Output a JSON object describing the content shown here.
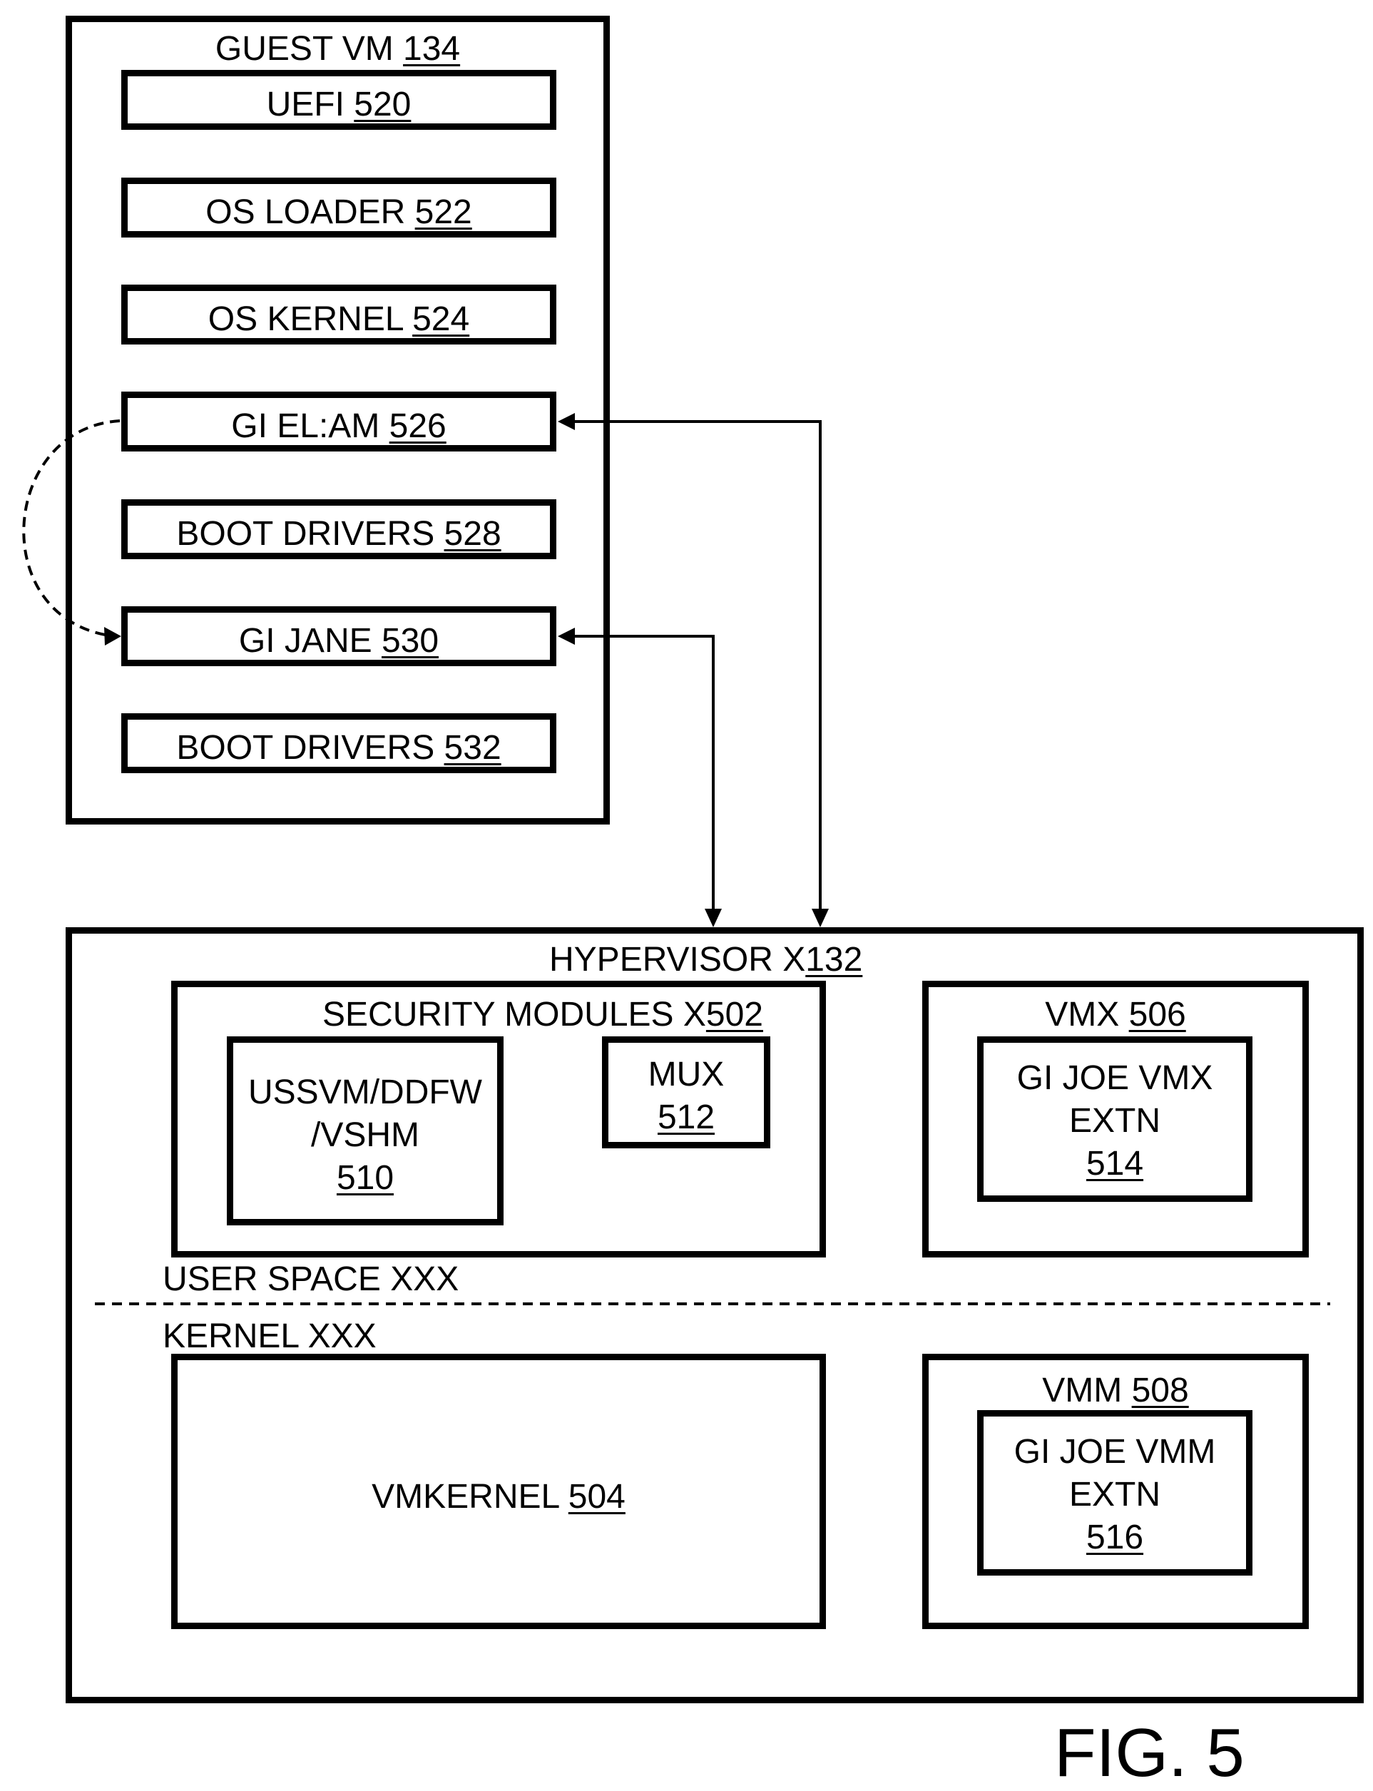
{
  "guest_vm": {
    "label": "GUEST VM ",
    "ref": "134",
    "components": [
      {
        "name": "UEFI ",
        "ref": "520"
      },
      {
        "name": "OS LOADER ",
        "ref": "522"
      },
      {
        "name": "OS KERNEL ",
        "ref": "524"
      },
      {
        "name": "GI EL:AM ",
        "ref": "526"
      },
      {
        "name": "BOOT DRIVERS ",
        "ref": "528"
      },
      {
        "name": "GI JANE ",
        "ref": "530"
      },
      {
        "name": "BOOT DRIVERS ",
        "ref": "532"
      }
    ]
  },
  "hypervisor": {
    "label": "HYPERVISOR X",
    "ref": "132",
    "user_space_label": "USER SPACE XXX",
    "kernel_label": "KERNEL XXX",
    "security_modules": {
      "label": "SECURITY MODULES X",
      "ref": "502",
      "ussvm": {
        "line1": "USSVM/DDFW",
        "line2": "/VSHM",
        "ref": "510"
      },
      "mux": {
        "line1": "MUX",
        "ref": "512"
      }
    },
    "vmx": {
      "label": "VMX ",
      "ref": "506",
      "ext": {
        "line1": "GI JOE VMX",
        "line2": "EXTN",
        "ref": "514"
      }
    },
    "vmkernel": {
      "label": "VMKERNEL ",
      "ref": "504"
    },
    "vmm": {
      "label": "VMM ",
      "ref": "508",
      "ext": {
        "line1": "GI JOE VMM",
        "line2": "EXTN",
        "ref": "516"
      }
    }
  },
  "figure_label": "FIG. 5"
}
